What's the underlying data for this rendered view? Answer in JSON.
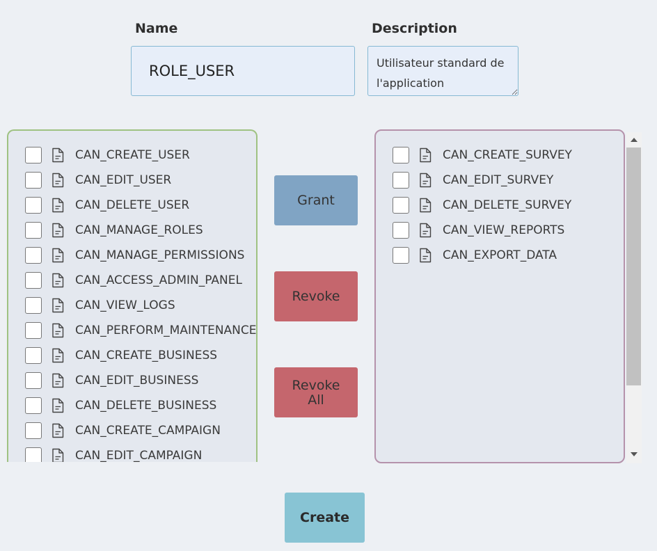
{
  "form": {
    "name_label": "Name",
    "name_value": "ROLE_USER",
    "description_label": "Description",
    "description_value": "Utilisateur standard de l'application"
  },
  "available_permissions": [
    {
      "label": "CAN_CREATE_USER",
      "icon": "document-icon",
      "checked": false
    },
    {
      "label": "CAN_EDIT_USER",
      "icon": "document-icon",
      "checked": false
    },
    {
      "label": "CAN_DELETE_USER",
      "icon": "document-icon",
      "checked": false
    },
    {
      "label": "CAN_MANAGE_ROLES",
      "icon": "document-icon",
      "checked": false
    },
    {
      "label": "CAN_MANAGE_PERMISSIONS",
      "icon": "document-icon",
      "checked": false
    },
    {
      "label": "CAN_ACCESS_ADMIN_PANEL",
      "icon": "document-icon",
      "checked": false
    },
    {
      "label": "CAN_VIEW_LOGS",
      "icon": "document-icon",
      "checked": false
    },
    {
      "label": "CAN_PERFORM_MAINTENANCE",
      "icon": "document-icon",
      "checked": false
    },
    {
      "label": "CAN_CREATE_BUSINESS",
      "icon": "document-icon",
      "checked": false
    },
    {
      "label": "CAN_EDIT_BUSINESS",
      "icon": "document-icon",
      "checked": false
    },
    {
      "label": "CAN_DELETE_BUSINESS",
      "icon": "document-icon",
      "checked": false
    },
    {
      "label": "CAN_CREATE_CAMPAIGN",
      "icon": "document-icon",
      "checked": false
    },
    {
      "label": "CAN_EDIT_CAMPAIGN",
      "icon": "document-icon",
      "checked": false
    }
  ],
  "assigned_permissions": [
    {
      "label": "CAN_CREATE_SURVEY",
      "icon": "document-icon",
      "checked": false
    },
    {
      "label": "CAN_EDIT_SURVEY",
      "icon": "document-icon",
      "checked": false
    },
    {
      "label": "CAN_DELETE_SURVEY",
      "icon": "document-icon",
      "checked": false
    },
    {
      "label": "CAN_VIEW_REPORTS",
      "icon": "document-icon",
      "checked": false
    },
    {
      "label": "CAN_EXPORT_DATA",
      "icon": "document-icon",
      "checked": false
    }
  ],
  "actions": {
    "grant_label": "Grant",
    "revoke_label": "Revoke",
    "revoke_all_label": "Revoke\nAll",
    "create_label": "Create"
  },
  "colors": {
    "available_border": "#9fc282",
    "assigned_border": "#b592ab",
    "grant": "#80a4c4",
    "revoke": "#c5666d",
    "create": "#88c4d4"
  }
}
